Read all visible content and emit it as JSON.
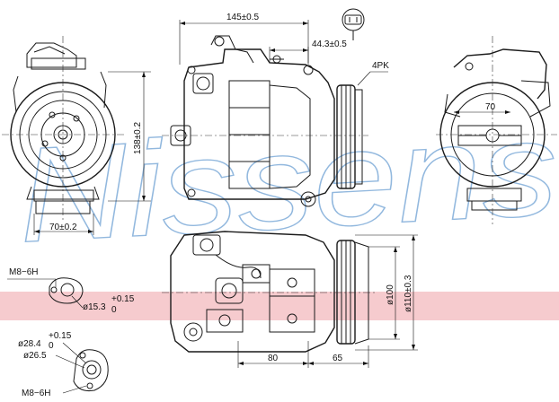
{
  "watermark": {
    "text": "Nissens",
    "color": "#3a7fc4"
  },
  "red_band_color": "#f3b9be",
  "labels": {
    "dim_145": "145±0.5",
    "dim_44_3": "44.3±0.5",
    "belt": "4PK",
    "dim_70_right": "70",
    "dim_138": "138±0.2",
    "dim_70_left": "70±0.2",
    "port_m8_top": "M8−6H",
    "port_15_3": "ø15.3",
    "port_15_3_tol_plus": "+0.15",
    "port_15_3_tol_zero": "0",
    "dia_100": "ø100",
    "dia_110": "ø110±0.3",
    "dim_80": "80",
    "dim_65": "65",
    "port_28_4": "ø28.4",
    "port_28_4_tol_plus": "+0.15",
    "port_28_4_tol_zero": "0",
    "port_26_5": "ø26.5",
    "port_m8_bottom": "M8−6H"
  }
}
